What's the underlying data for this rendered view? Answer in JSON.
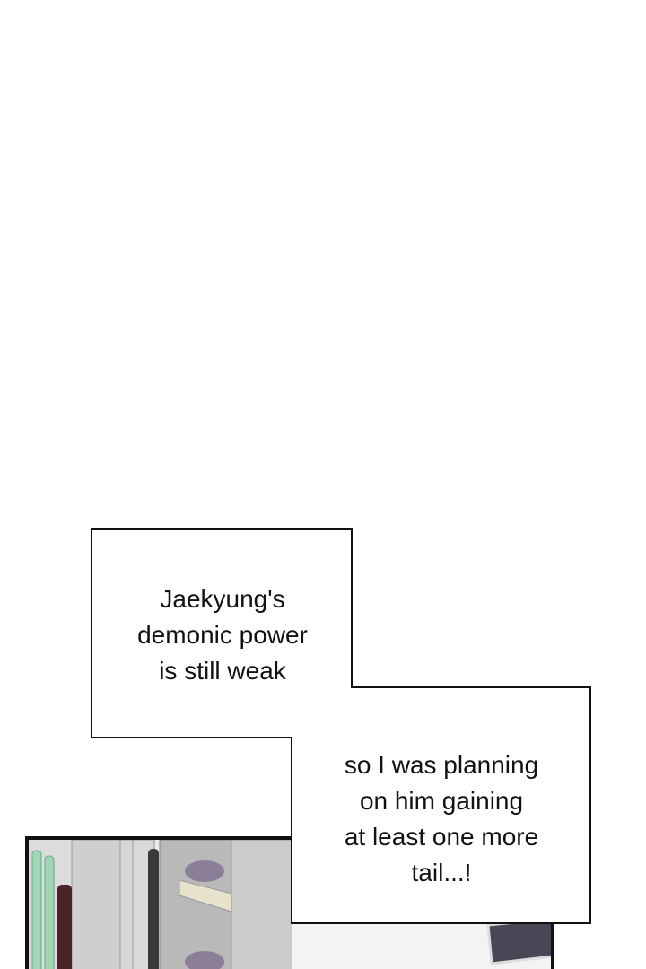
{
  "captions": {
    "first": {
      "lines": [
        "Jaekyung's",
        "demonic power",
        "is still weak"
      ]
    },
    "second": {
      "lines": [
        "so I was planning",
        "on him gaining",
        "at least one more",
        "tail...!"
      ]
    }
  },
  "colors": {
    "border": "#111111",
    "bottle_green": "#9fd6b4",
    "bottle_wine": "#4a2228",
    "bottle_purple": "#8a7f96",
    "monitor": "#4a4656"
  }
}
